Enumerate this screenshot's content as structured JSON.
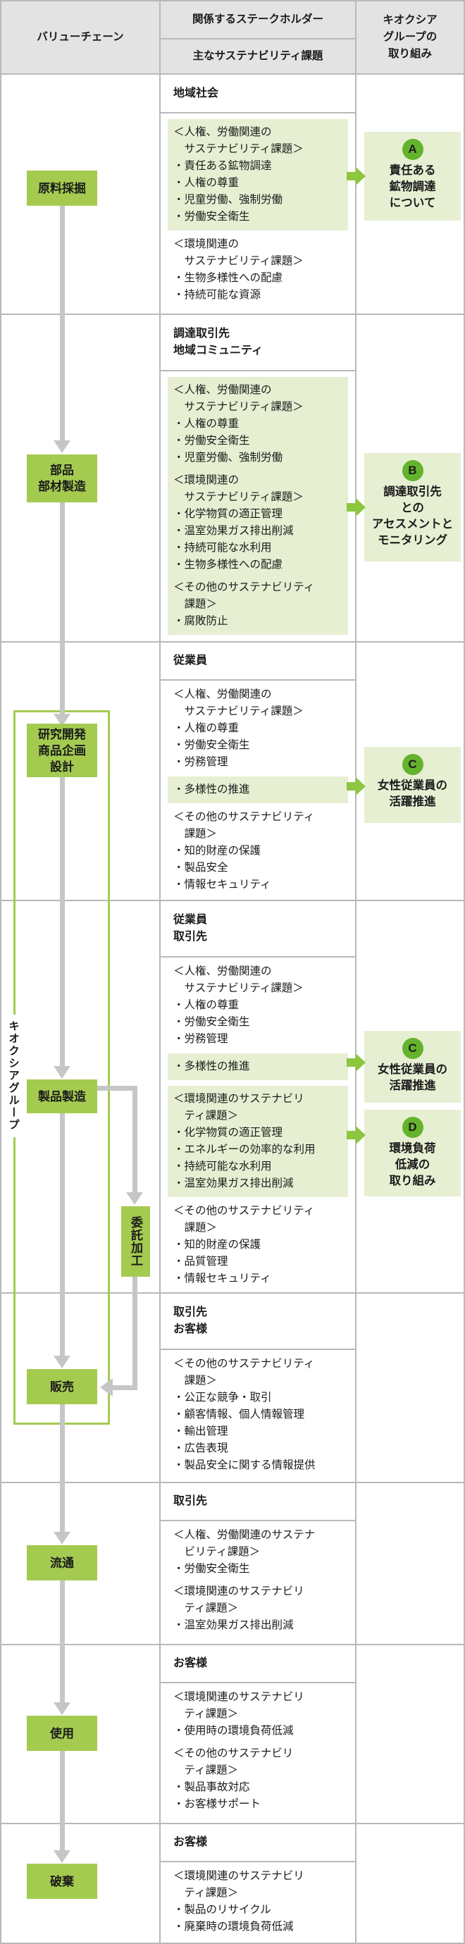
{
  "header": {
    "value_chain": "バリューチェーン",
    "stakeholders": "関係するステークホルダー",
    "issues": "主なサステナビリティ課題",
    "initiatives": "キオクシア\nグループの\n取り組み"
  },
  "colors": {
    "stage_green": "#a4cb50",
    "highlight_green": "#e6efd2",
    "badge_green": "#64b32c",
    "arrow_green": "#8dc63f",
    "flow_gray": "#c6c6c6",
    "header_gray": "#e3e3e3",
    "grid_gray": "#b9b9b9"
  },
  "group_bracket_label": "キオクシアグループ",
  "outsourcing_box": "委託加工",
  "rows": [
    {
      "stage": "原料採掘",
      "stakeholders": "地域社会",
      "groups": [
        {
          "highlight": true,
          "header": "＜人権、労働関連の\n　サステナビリティ課題＞",
          "items": [
            "・責任ある鉱物調達",
            "・人権の尊重",
            "・児童労働、強制労働",
            "・労働安全衛生"
          ]
        },
        {
          "highlight": false,
          "header": "＜環境関連の\n　サステナビリティ課題＞",
          "items": [
            "・生物多様性への配慮",
            "・持続可能な資源"
          ]
        }
      ],
      "callouts": [
        {
          "badge": "A",
          "label": "責任ある\n鉱物調達\nについて"
        }
      ]
    },
    {
      "stage": "部品\n部材製造",
      "stakeholders": "調達取引先\n地域コミュニティ",
      "groups": [
        {
          "highlight": true,
          "header": "＜人権、労働関連の\n　サステナビリティ課題＞",
          "items": [
            "・人権の尊重",
            "・労働安全衛生",
            "・児童労働、強制労働"
          ]
        },
        {
          "highlight": true,
          "header": "＜環境関連の\n　サステナビリティ課題＞",
          "items": [
            "・化学物質の適正管理",
            "・温室効果ガス排出削減",
            "・持続可能な水利用",
            "・生物多様性への配慮"
          ]
        },
        {
          "highlight": true,
          "header": "＜その他のサステナビリティ\n　課題＞",
          "items": [
            "・腐敗防止"
          ]
        }
      ],
      "callouts": [
        {
          "badge": "B",
          "label": "調達取引先\nとの\nアセスメントと\nモニタリング"
        }
      ]
    },
    {
      "stage": "研究開発\n商品企画\n設計",
      "stakeholders": "従業員",
      "groups": [
        {
          "highlight": false,
          "header": "＜人権、労働関連の\n　サステナビリティ課題＞",
          "items": [
            "・人権の尊重",
            "・労働安全衛生",
            "・労務管理"
          ]
        },
        {
          "highlight": true,
          "header": "",
          "items": [
            "・多様性の推進"
          ]
        },
        {
          "highlight": false,
          "header": "＜その他のサステナビリティ\n　課題＞",
          "items": [
            "・知的財産の保護",
            "・製品安全",
            "・情報セキュリティ"
          ]
        }
      ],
      "callouts": [
        {
          "badge": "C",
          "label": "女性従業員の\n活躍推進"
        }
      ]
    },
    {
      "stage": "製品製造",
      "stakeholders": "従業員\n取引先",
      "groups": [
        {
          "highlight": false,
          "header": "＜人権、労働関連の\n　サステナビリティ課題＞",
          "items": [
            "・人権の尊重",
            "・労働安全衛生",
            "・労務管理"
          ]
        },
        {
          "highlight": true,
          "header": "",
          "items": [
            "・多様性の推進"
          ]
        },
        {
          "highlight": true,
          "header": "＜環境関連のサステナビリ\n　ティ課題＞",
          "items": [
            "・化学物質の適正管理",
            "・エネルギーの効率的な利用",
            "・持続可能な水利用",
            "・温室効果ガス排出削減"
          ]
        },
        {
          "highlight": false,
          "header": "＜その他のサステナビリティ\n　課題＞",
          "items": [
            "・知的財産の保護",
            "・品質管理",
            "・情報セキュリティ"
          ]
        }
      ],
      "callouts": [
        {
          "badge": "C",
          "label": "女性従業員の\n活躍推進"
        },
        {
          "badge": "D",
          "label": "環境負荷\n低減の\n取り組み"
        }
      ]
    },
    {
      "stage": "販売",
      "stakeholders": "取引先\nお客様",
      "groups": [
        {
          "highlight": false,
          "header": "＜その他のサステナビリティ\n　課題＞",
          "items": [
            "・公正な競争・取引",
            "・顧客情報、個人情報管理",
            "・輸出管理",
            "・広告表現",
            "・製品安全に関する情報提供"
          ]
        }
      ],
      "callouts": []
    },
    {
      "stage": "流通",
      "stakeholders": "取引先",
      "groups": [
        {
          "highlight": false,
          "header": "＜人権、労働関連のサステナ\n　ビリティ課題＞",
          "items": [
            "・労働安全衛生"
          ]
        },
        {
          "highlight": false,
          "header": "＜環境関連のサステナビリ\n　ティ課題＞",
          "items": [
            "・温室効果ガス排出削減"
          ]
        }
      ],
      "callouts": []
    },
    {
      "stage": "使用",
      "stakeholders": "お客様",
      "groups": [
        {
          "highlight": false,
          "header": "＜環境関連のサステナビリ\n　ティ課題＞",
          "items": [
            "・使用時の環境負荷低減"
          ]
        },
        {
          "highlight": false,
          "header": "＜その他のサステナビリ\n　ティ課題＞",
          "items": [
            "・製品事故対応",
            "・お客様サポート"
          ]
        }
      ],
      "callouts": []
    },
    {
      "stage": "破棄",
      "stakeholders": "お客様",
      "groups": [
        {
          "highlight": false,
          "header": "＜環境関連のサステナビリ\n　ティ課題＞",
          "items": [
            "・製品のリサイクル",
            "・廃棄時の環境負荷低減"
          ]
        }
      ],
      "callouts": []
    }
  ]
}
